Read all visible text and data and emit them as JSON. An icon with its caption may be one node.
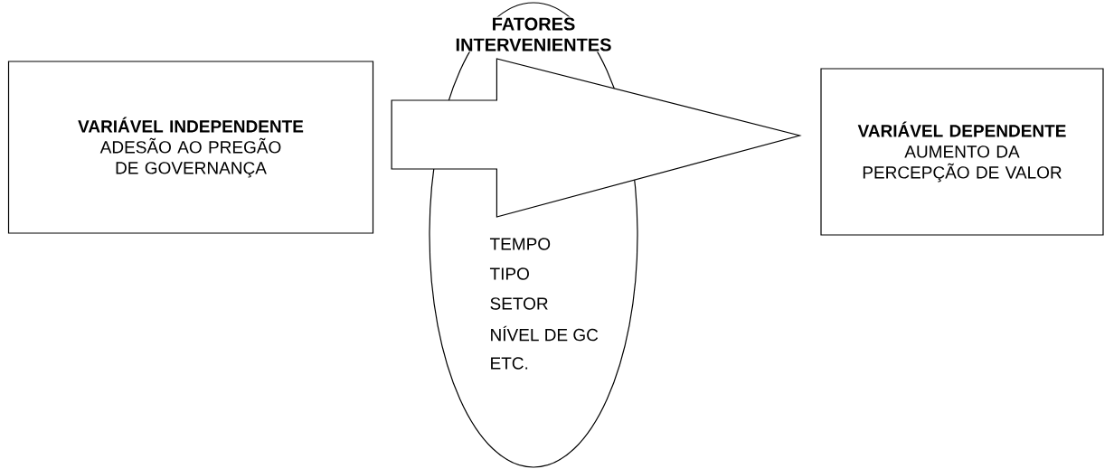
{
  "diagram": {
    "nodes": [
      {
        "text": [
          "VARIÁVEL INDEPENDENTE",
          "ADESÃO AO PREGÃO DE GOVERNANÇA"
        ]
      },
      {
        "text": [
          "FATORES INTERVENIENTES",
          "TEMPO",
          "TIPO",
          "SETOR",
          "NÍVEL DE GC",
          "ETC."
        ]
      },
      {
        "text": [
          "VARIÁVEL DEPENDENTE",
          "AUMENTO DA PERCEPÇÃO DE VALOR"
        ]
      }
    ],
    "edges": [
      {
        "from": 0,
        "to": 2,
        "arrow": "to"
      }
    ]
  }
}
